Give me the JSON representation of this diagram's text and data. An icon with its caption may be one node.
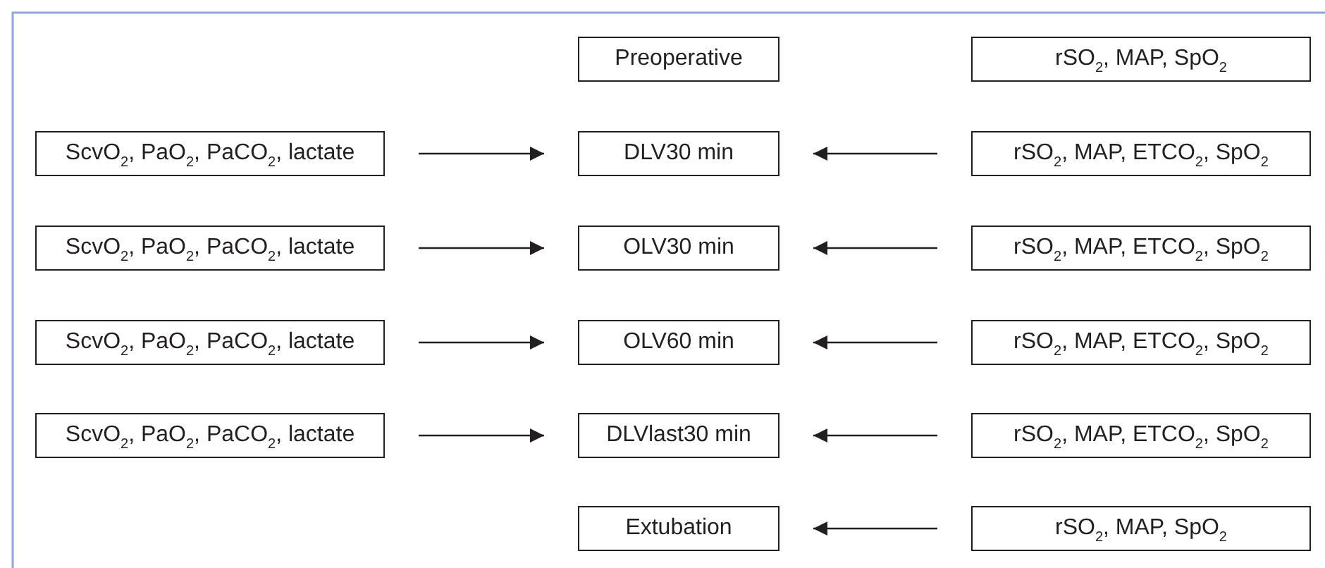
{
  "diagram": {
    "nodes": [
      {
        "text": [
          "Preoperative"
        ]
      },
      {
        "text": [
          "rSO$_{2}$, MAP, SpO$_{2}$"
        ]
      },
      {
        "text": [
          "ScvO$_{2}$, PaO$_{2}$, PaCO$_{2}$, lactate"
        ]
      },
      {
        "text": [
          "DLV30 min"
        ]
      },
      {
        "text": [
          "rSO$_{2}$, MAP, ETCO$_{2}$, SpO$_{2}$"
        ]
      },
      {
        "text": [
          "ScvO$_{2}$, PaO$_{2}$, PaCO$_{2}$, lactate"
        ]
      },
      {
        "text": [
          "OLV30 min"
        ]
      },
      {
        "text": [
          "rSO$_{2}$, MAP, ETCO$_{2}$, SpO$_{2}$"
        ]
      },
      {
        "text": [
          "ScvO$_{2}$, PaO$_{2}$, PaCO$_{2}$, lactate"
        ]
      },
      {
        "text": [
          "OLV60 min"
        ]
      },
      {
        "text": [
          "rSO$_{2}$, MAP, ETCO$_{2}$, SpO$_{2}$"
        ]
      },
      {
        "text": [
          "ScvO$_{2}$, PaO$_{2}$, PaCO$_{2}$, lactate"
        ]
      },
      {
        "text": [
          "DLVlast30 min"
        ]
      },
      {
        "text": [
          "rSO$_{2}$, MAP, ETCO$_{2}$, SpO$_{2}$"
        ]
      },
      {
        "text": [
          "Extubation"
        ]
      },
      {
        "text": [
          "rSO$_{2}$, MAP, SpO$_{2}$"
        ]
      }
    ],
    "edges": [
      {
        "from": 2,
        "to": 3,
        "arrow": "to"
      },
      {
        "from": 4,
        "to": 3,
        "arrow": "to"
      },
      {
        "from": 5,
        "to": 6,
        "arrow": "to"
      },
      {
        "from": 7,
        "to": 6,
        "arrow": "to"
      },
      {
        "from": 8,
        "to": 9,
        "arrow": "to"
      },
      {
        "from": 10,
        "to": 9,
        "arrow": "to"
      },
      {
        "from": 11,
        "to": 12,
        "arrow": "to"
      },
      {
        "from": 13,
        "to": 12,
        "arrow": "to"
      },
      {
        "from": 15,
        "to": 14,
        "arrow": "to"
      }
    ]
  }
}
